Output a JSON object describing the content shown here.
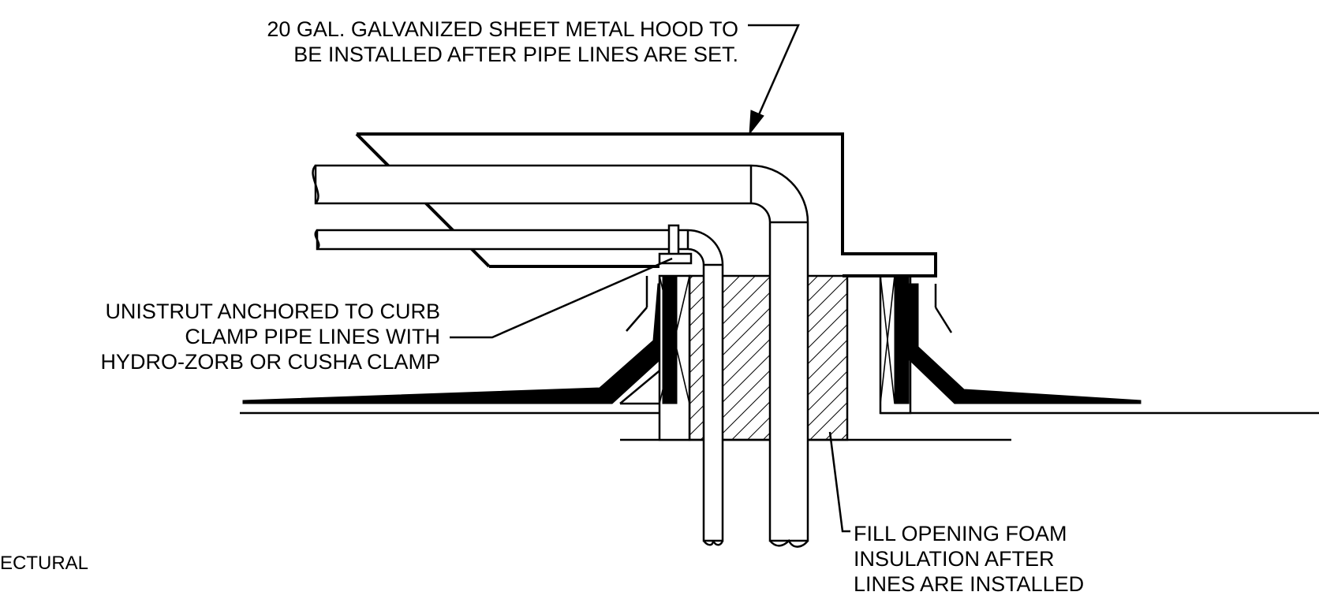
{
  "notes": {
    "hood": [
      "20 GAL. GALVANIZED SHEET METAL HOOD TO",
      "BE INSTALLED AFTER PIPE LINES ARE SET."
    ],
    "unistrut": [
      "UNISTRUT ANCHORED TO CURB",
      "CLAMP PIPE LINES WITH",
      "HYDRO-ZORB OR  CUSHA CLAMP"
    ],
    "foam": [
      "FILL OPENING FOAM",
      "INSULATION AFTER",
      "LINES ARE INSTALLED"
    ],
    "cropped_label": "ECTURAL"
  },
  "colors": {
    "line": "#000000",
    "background": "#ffffff"
  }
}
